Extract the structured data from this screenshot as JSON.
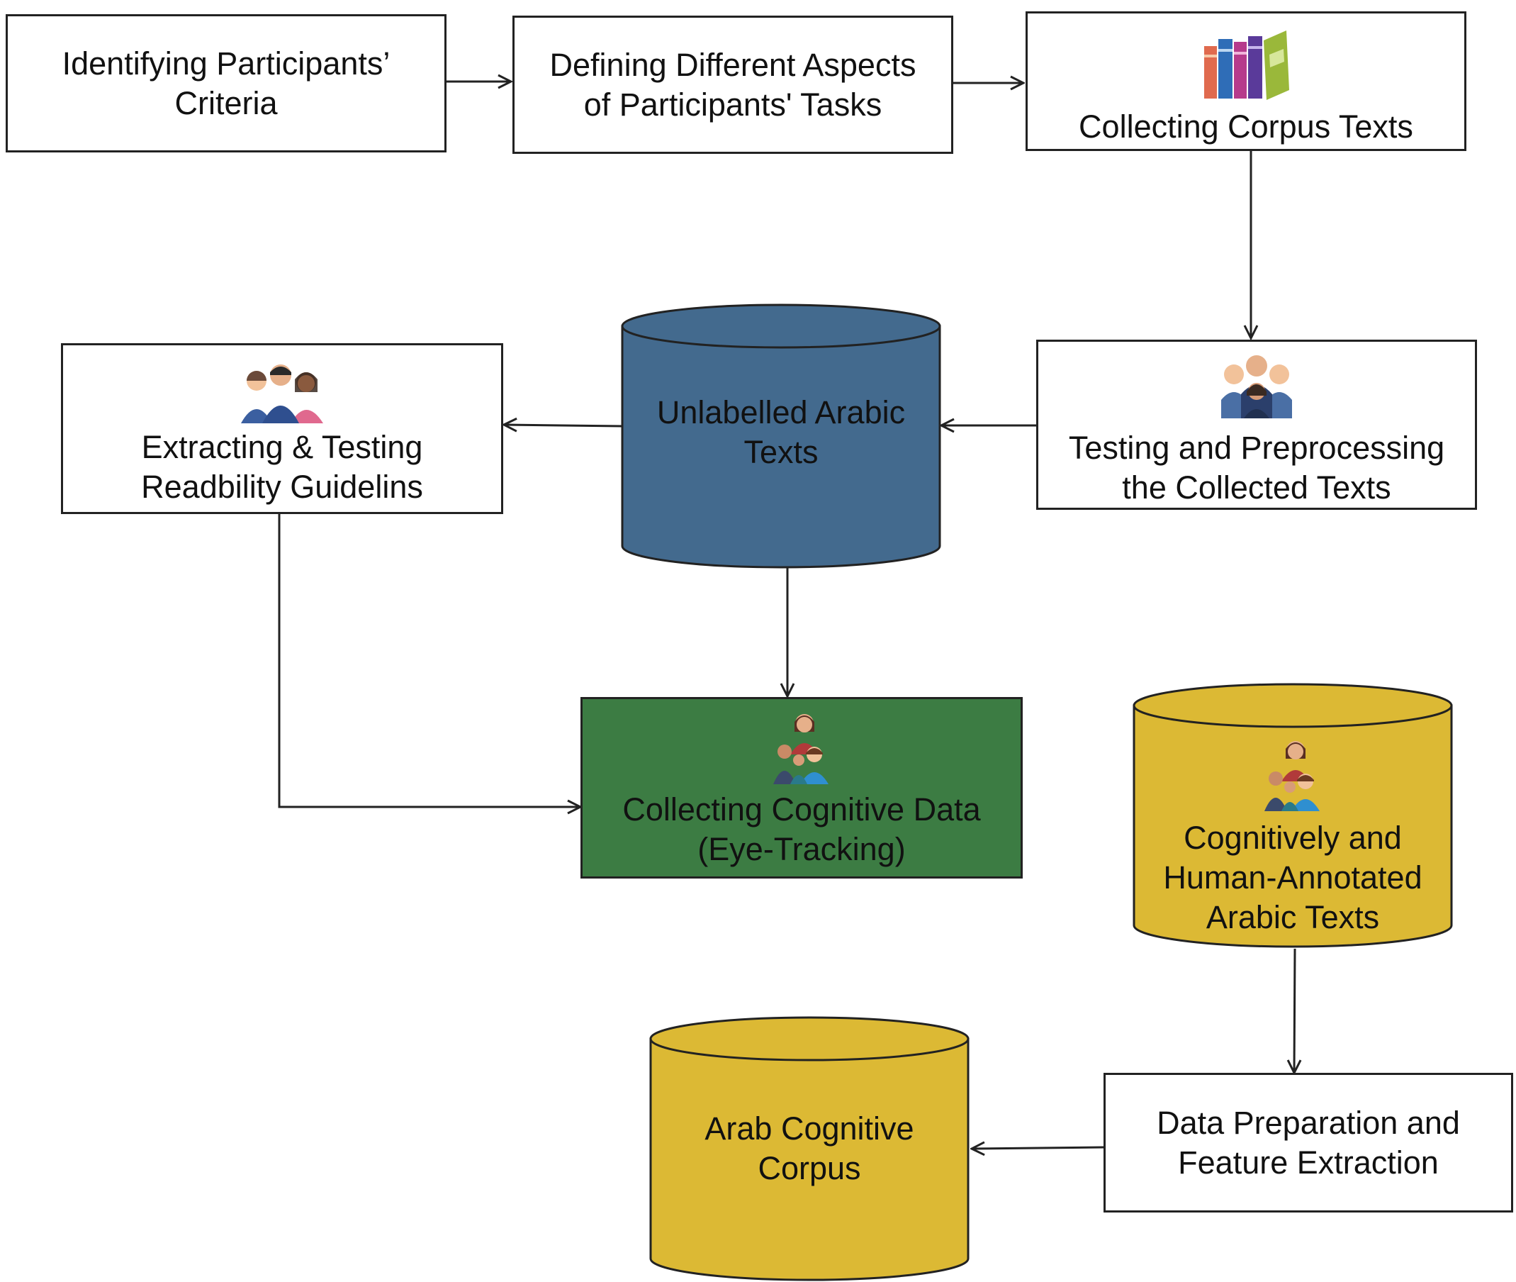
{
  "colors": {
    "stroke": "#222222",
    "db_blue": "#436a8e",
    "db_gold": "#dcb934",
    "box_green": "#3c7c43"
  },
  "nodes": {
    "identify": {
      "label": "Identifying Participants’\nCriteria"
    },
    "define": {
      "label": "Defining Different Aspects\nof Participants' Tasks"
    },
    "collect_corpus": {
      "label": "Collecting Corpus Texts",
      "icon": "books-icon"
    },
    "testing": {
      "label": "Testing and Preprocessing\nthe Collected Texts",
      "icon": "group-icon"
    },
    "unlabelled": {
      "label": "Unlabelled Arabic\nTexts"
    },
    "extracting": {
      "label": "Extracting & Testing\nReadbility Guidelins",
      "icon": "people-icon"
    },
    "cognitive": {
      "label": "Collecting Cognitive Data\n(Eye-Tracking)",
      "icon": "family-icon"
    },
    "annotated": {
      "label": "Cognitively and\nHuman-Annotated\nArabic Texts",
      "icon": "family-icon"
    },
    "preparation": {
      "label": "Data Preparation and\nFeature Extraction"
    },
    "corpus": {
      "label": "Arab Cognitive\nCorpus"
    }
  },
  "edges": [
    {
      "from": "identify",
      "to": "define"
    },
    {
      "from": "define",
      "to": "collect_corpus"
    },
    {
      "from": "collect_corpus",
      "to": "testing"
    },
    {
      "from": "testing",
      "to": "unlabelled"
    },
    {
      "from": "unlabelled",
      "to": "extracting"
    },
    {
      "from": "unlabelled",
      "to": "cognitive"
    },
    {
      "from": "extracting",
      "to": "cognitive"
    },
    {
      "from": "annotated",
      "to": "preparation"
    },
    {
      "from": "preparation",
      "to": "corpus"
    }
  ]
}
